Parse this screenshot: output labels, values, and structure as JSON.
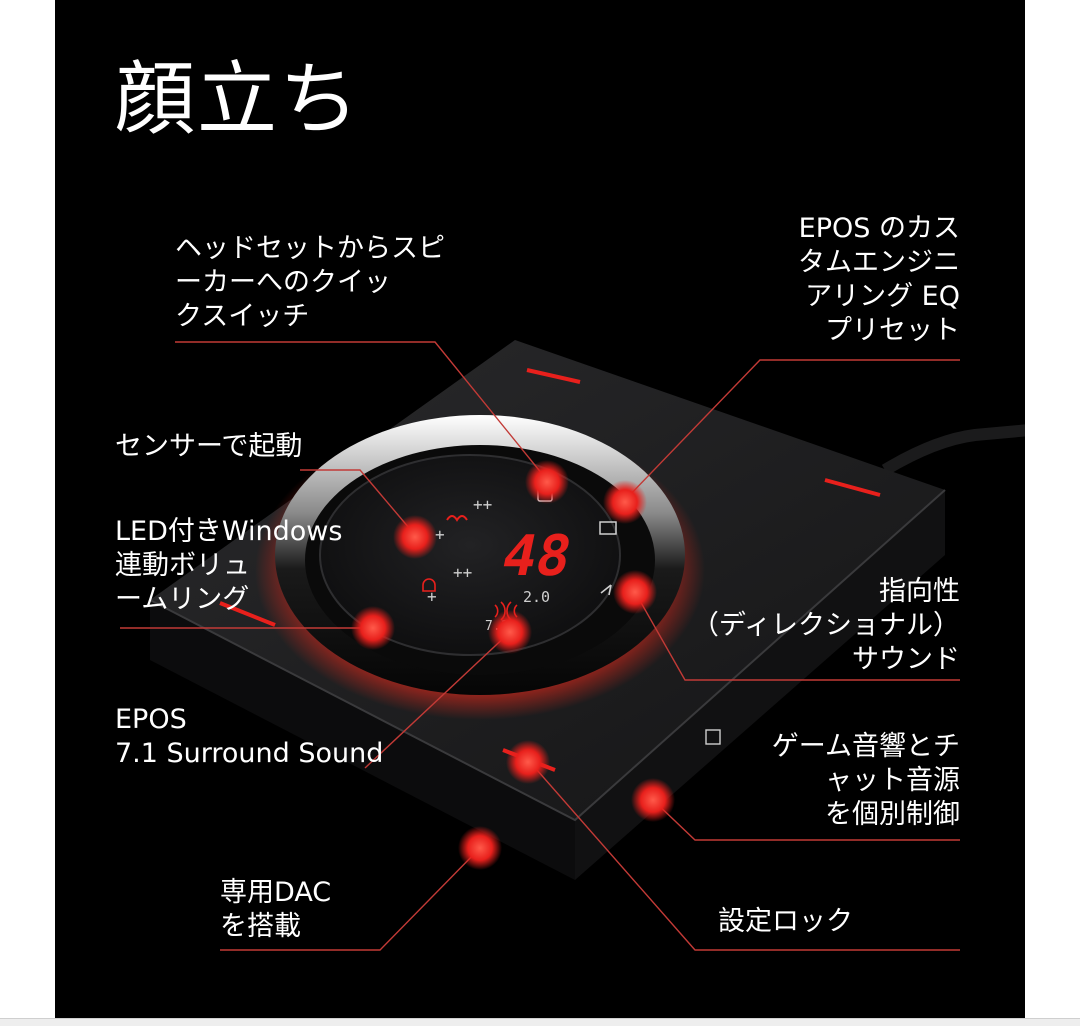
{
  "title": "顔立ち",
  "display": {
    "volume_readout": "48",
    "stereo_label": "2.0",
    "surround_label": "7.1",
    "plus_marks": [
      "++",
      "+",
      "++",
      "+"
    ]
  },
  "callouts": {
    "headset_switch": "ヘッドセットからスピ\nーカーへのクイッ\nクスイッチ",
    "eq_presets": "EPOS のカス\nタムエンジニ\nアリング EQ\nプリセット",
    "sensor_wake": "センサーで起動",
    "led_volume": "LED付きWindows\n連動ボリュ\nームリング",
    "directional": "指向性\n（ディレクショナル）\nサウンド",
    "surround": "EPOS\n7.1 Surround Sound",
    "game_chat": "ゲーム音響とチ\nャット音源\nを個別制御",
    "dac": "専用DAC\nを搭載",
    "lock": "設定ロック"
  },
  "colors": {
    "background": "#000000",
    "accent_red": "#e8201c",
    "glow_red": "#ff2a1a",
    "line": "#c23a36",
    "text": "#ffffff"
  },
  "icons": [
    "headset-speaker-switch-icon",
    "eq-preset-icon",
    "sensor-icon",
    "microphone-icon",
    "surround-icon",
    "directional-sound-icon",
    "lock-icon"
  ]
}
